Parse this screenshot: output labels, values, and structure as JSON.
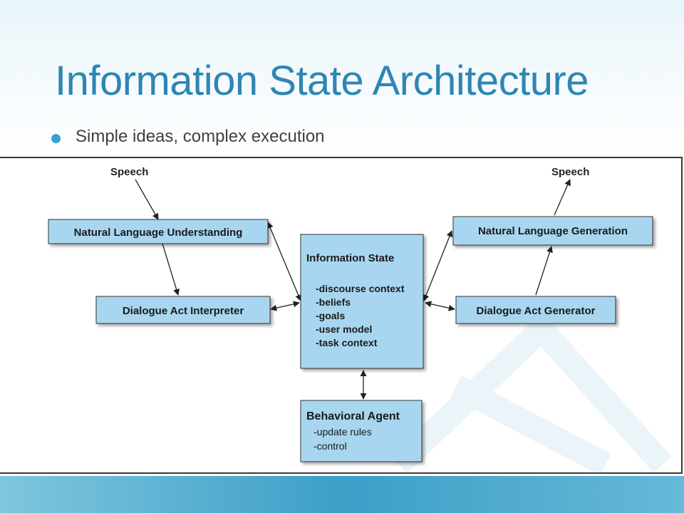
{
  "slide": {
    "title": "Information State Architecture",
    "bullet": "Simple ideas, complex execution"
  },
  "diagram": {
    "speech_in": "Speech",
    "speech_out": "Speech",
    "nlu": "Natural Language Understanding",
    "interpreter": "Dialogue Act Interpreter",
    "info_state": {
      "title": "Information State",
      "items": [
        "-discourse context",
        "-beliefs",
        "-goals",
        "-user model",
        "-task context"
      ]
    },
    "nlg": "Natural Language Generation",
    "generator": "Dialogue Act Generator",
    "agent": {
      "title": "Behavioral Agent",
      "items": [
        "-update rules",
        "-control"
      ]
    }
  },
  "colors": {
    "title": "#2e86b4",
    "box_fill": "#a8d6f0",
    "box_border": "#333333",
    "footer": "#3c9fc7"
  }
}
